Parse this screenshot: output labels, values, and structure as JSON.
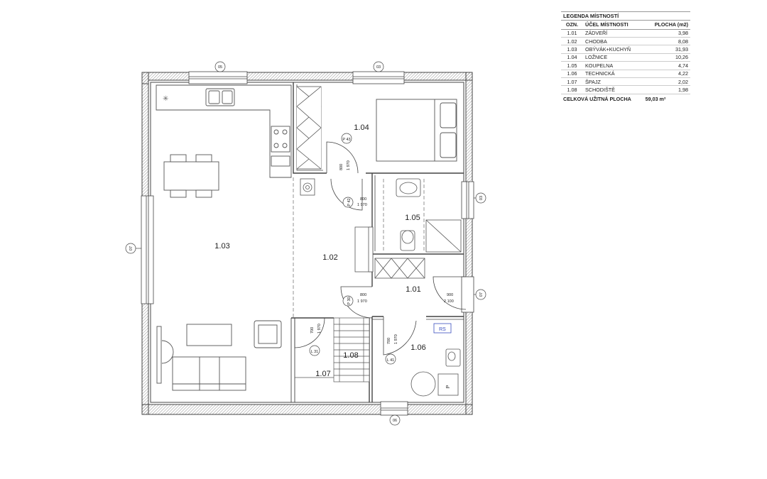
{
  "legend": {
    "title": "LEGENDA MÍSTNOSTÍ",
    "headers": [
      "OZN.",
      "ÚČEL MÍSTNOSTI",
      "PLOCHA (m2)"
    ],
    "rows": [
      {
        "id": "1.01",
        "name": "ZÁDVEŘÍ",
        "area": "3,98"
      },
      {
        "id": "1.02",
        "name": "CHODBA",
        "area": "8,08"
      },
      {
        "id": "1.03",
        "name": "OBÝVÁK+KUCHYŇ",
        "area": "31,93"
      },
      {
        "id": "1.04",
        "name": "LOŽNICE",
        "area": "10,26"
      },
      {
        "id": "1.05",
        "name": "KOUPELNA",
        "area": "4,74"
      },
      {
        "id": "1.06",
        "name": "TECHNICKÁ",
        "area": "4,22"
      },
      {
        "id": "1.07",
        "name": "ŠPAJZ",
        "area": "2,02"
      },
      {
        "id": "1.08",
        "name": "SCHODIŠTĚ",
        "area": "1,98"
      }
    ],
    "total_label": "CELKOVÁ UŽITNÁ PLOCHA",
    "total_value": "59,03 m²"
  },
  "rooms": {
    "r101": "1.01",
    "r102": "1.02",
    "r103": "1.03",
    "r104": "1.04",
    "r105": "1.05",
    "r106": "1.06",
    "r107": "1.07",
    "r108": "1.08"
  },
  "windows": {
    "w05": "05",
    "w03": "03",
    "w07": "07",
    "w03r": "03",
    "w06": "06",
    "w07r": "07"
  },
  "doors": {
    "d43": "P 43",
    "d42": "P 42",
    "d30": "P 30",
    "d31": "L 31",
    "d41": "L 41",
    "dim_800_1970": "800",
    "dim_1970": "1 970",
    "dim_900": "900",
    "dim_2100": "2 100",
    "dim_700": "700"
  },
  "labels": {
    "rs": "RS",
    "p": "P"
  }
}
